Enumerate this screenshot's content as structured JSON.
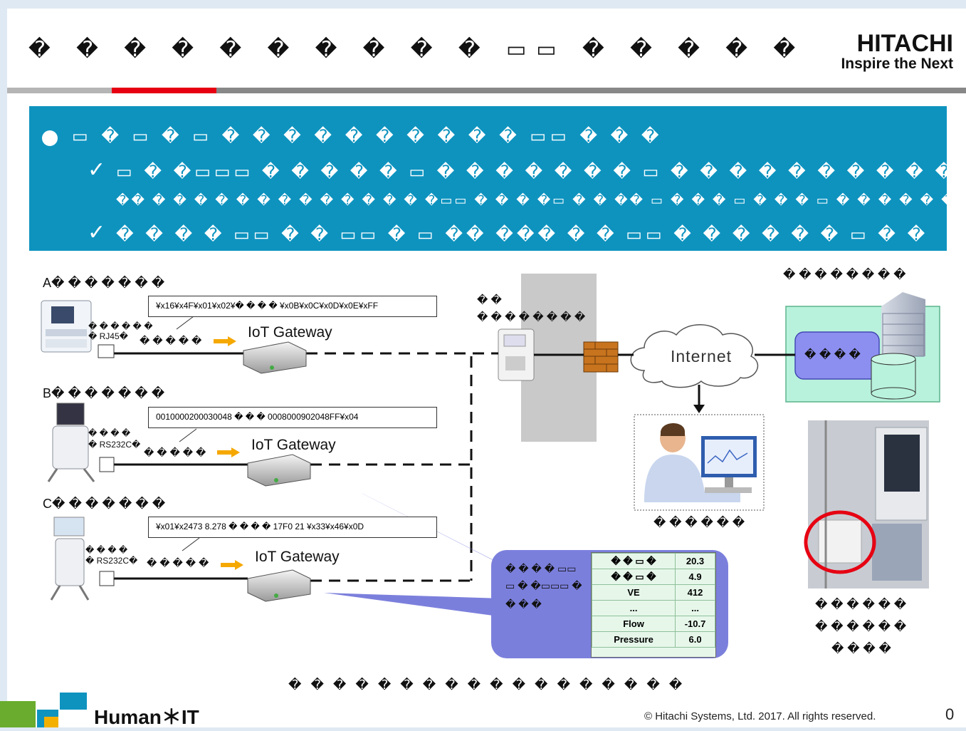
{
  "header": {
    "title": "� � � �  � � � � � � ▭▭ � � � � �",
    "logo_main": "HITACHI",
    "logo_sub": "Inspire the Next"
  },
  "banner": {
    "line1": "▭ � ▭ � ▭ � � � � � � � � � � ▭▭ � � �",
    "line2": "▭ � �▭▭▭ � � � � � ▭ � � � � � � � ▭ � � � � � � � � � � �",
    "line3": "�� � � � � � � � � � � � � � �▭▭ � � � �▭ � � �� ▭ � � � ▭ � � � ▭ � � � � � � �",
    "line4": "� � � � ▭▭ � � ▭▭ � ▭ �� ��� � � ▭▭ � � � � � � ▭ � �"
  },
  "devices": [
    {
      "name": "A� � � � � � �",
      "frame": "¥x16¥x4F¥x01¥x02¥� � � � ¥x0B¥x0C¥x0D¥x0E¥xFF",
      "port_a": "� � � � � �",
      "port_b": "� RJ45�",
      "cable": "� � � � �",
      "gateway": "IoT Gateway"
    },
    {
      "name": "B� � � � � � �",
      "frame": "0010000200030048 � � � 0008000902048FF¥x04",
      "port_a": "� � � �",
      "port_b": "� RS232C�",
      "cable": "� � � � �",
      "gateway": "IoT Gateway"
    },
    {
      "name": "C� � � � � � �",
      "frame": "¥x01¥x2473  8.278 � � � � 17F0  21  ¥x33¥x46¥x0D",
      "port_a": "� � � �",
      "port_b": "� RS232C�",
      "cable": "� � � � �",
      "gateway": "IoT Gateway"
    }
  ],
  "network": {
    "hospital_label_1": "� �",
    "hospital_label_2": "� � � � � � � �",
    "internet": "Internet",
    "datacenter_title": "� � � � � � � �",
    "server_label": "� � � �",
    "monitor_caption": "� � � � � �",
    "photo_caption": [
      "� � � � � �",
      "� � � � � �",
      "� � � �"
    ],
    "bottom_caption": "� � � � � � � � � � � � �  � � � � �"
  },
  "callout": {
    "label_lines": [
      "� � � � ▭▭",
      "▭ � �▭▭▭ �",
      "� � �"
    ],
    "rows": [
      [
        "� � ▭ �",
        "20.3"
      ],
      [
        "� � ▭ �",
        "4.9"
      ],
      [
        "VE",
        "412"
      ],
      [
        "...",
        "..."
      ],
      [
        "Flow",
        "-10.7"
      ],
      [
        "Pressure",
        "6.0"
      ]
    ]
  },
  "footer": {
    "brand": "Human＊IT",
    "copyright": "© Hitachi Systems, Ltd. 2017. All rights reserved.",
    "page": "0"
  },
  "colors": {
    "accent_red": "#e60012",
    "banner_blue": "#0e93bf",
    "callout_purple": "#7b7fdc",
    "datacenter_green": "#b8f2dc"
  }
}
